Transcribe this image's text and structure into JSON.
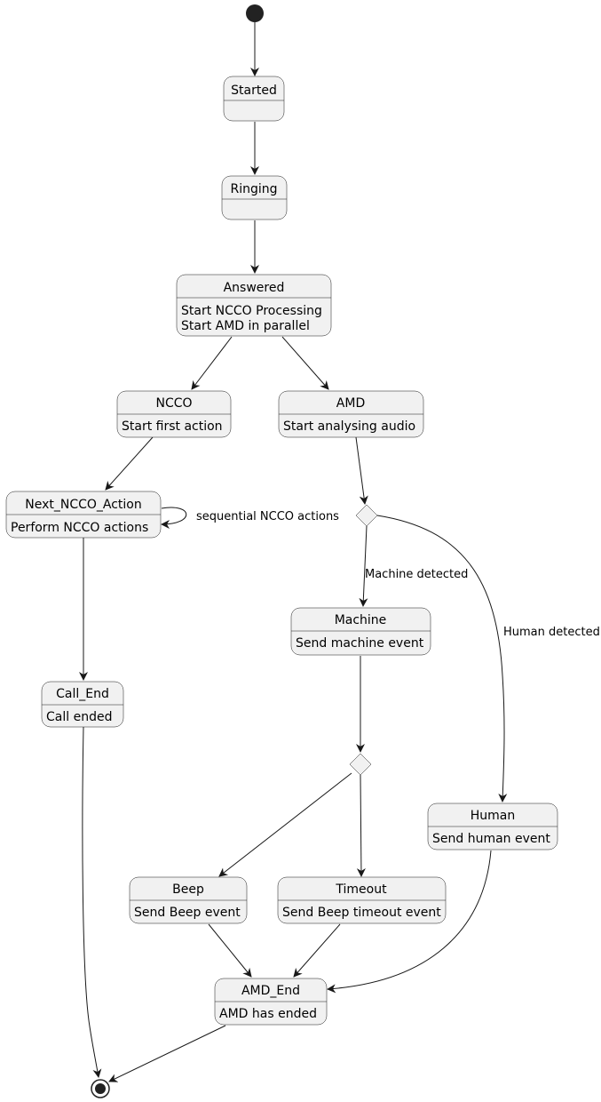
{
  "states": {
    "started": {
      "title": "Started",
      "lines": []
    },
    "ringing": {
      "title": "Ringing",
      "lines": []
    },
    "answered": {
      "title": "Answered",
      "lines": [
        "Start NCCO Processing",
        "Start AMD in parallel"
      ]
    },
    "ncco": {
      "title": "NCCO",
      "lines": [
        "Start first action"
      ]
    },
    "amd": {
      "title": "AMD",
      "lines": [
        "Start analysing audio"
      ]
    },
    "next_ncco": {
      "title": "Next_NCCO_Action",
      "lines": [
        "Perform NCCO actions"
      ]
    },
    "machine": {
      "title": "Machine",
      "lines": [
        "Send machine event"
      ]
    },
    "call_end": {
      "title": "Call_End",
      "lines": [
        "Call ended"
      ]
    },
    "human": {
      "title": "Human",
      "lines": [
        "Send human event"
      ]
    },
    "beep": {
      "title": "Beep",
      "lines": [
        "Send Beep event"
      ]
    },
    "timeout": {
      "title": "Timeout",
      "lines": [
        "Send Beep timeout event"
      ]
    },
    "amd_end": {
      "title": "AMD_End",
      "lines": [
        "AMD has ended"
      ]
    }
  },
  "edge_labels": {
    "self_loop": "sequential NCCO actions",
    "machine_detected": "Machine detected",
    "human_detected": "Human detected"
  },
  "colors": {
    "state_fill": "#f1f1f1",
    "line": "#181818",
    "initial": "#222222"
  }
}
